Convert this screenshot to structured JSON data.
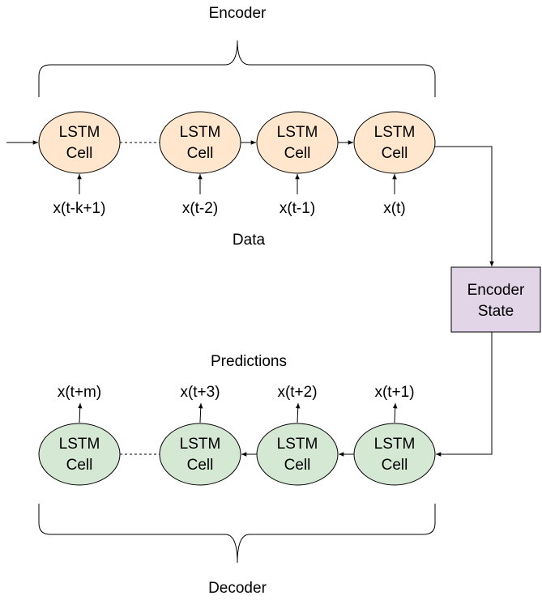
{
  "labels": {
    "encoder": "Encoder",
    "decoder": "Decoder",
    "data": "Data",
    "predictions": "Predictions"
  },
  "encoder_state": {
    "line1": "Encoder",
    "line2": "State"
  },
  "encoder_cells": [
    {
      "line1": "LSTM",
      "line2": "Cell",
      "input": "x(t-k+1)"
    },
    {
      "line1": "LSTM",
      "line2": "Cell",
      "input": "x(t-2)"
    },
    {
      "line1": "LSTM",
      "line2": "Cell",
      "input": "x(t-1)"
    },
    {
      "line1": "LSTM",
      "line2": "Cell",
      "input": "x(t)"
    }
  ],
  "decoder_cells": [
    {
      "line1": "LSTM",
      "line2": "Cell",
      "output": "x(t+m)"
    },
    {
      "line1": "LSTM",
      "line2": "Cell",
      "output": "x(t+3)"
    },
    {
      "line1": "LSTM",
      "line2": "Cell",
      "output": "x(t+2)"
    },
    {
      "line1": "LSTM",
      "line2": "Cell",
      "output": "x(t+1)"
    }
  ],
  "colors": {
    "encoder_cell_fill": "#ffe6cc",
    "decoder_cell_fill": "#d5e8d4",
    "state_fill": "#e1d5e7",
    "stroke": "#000000"
  }
}
